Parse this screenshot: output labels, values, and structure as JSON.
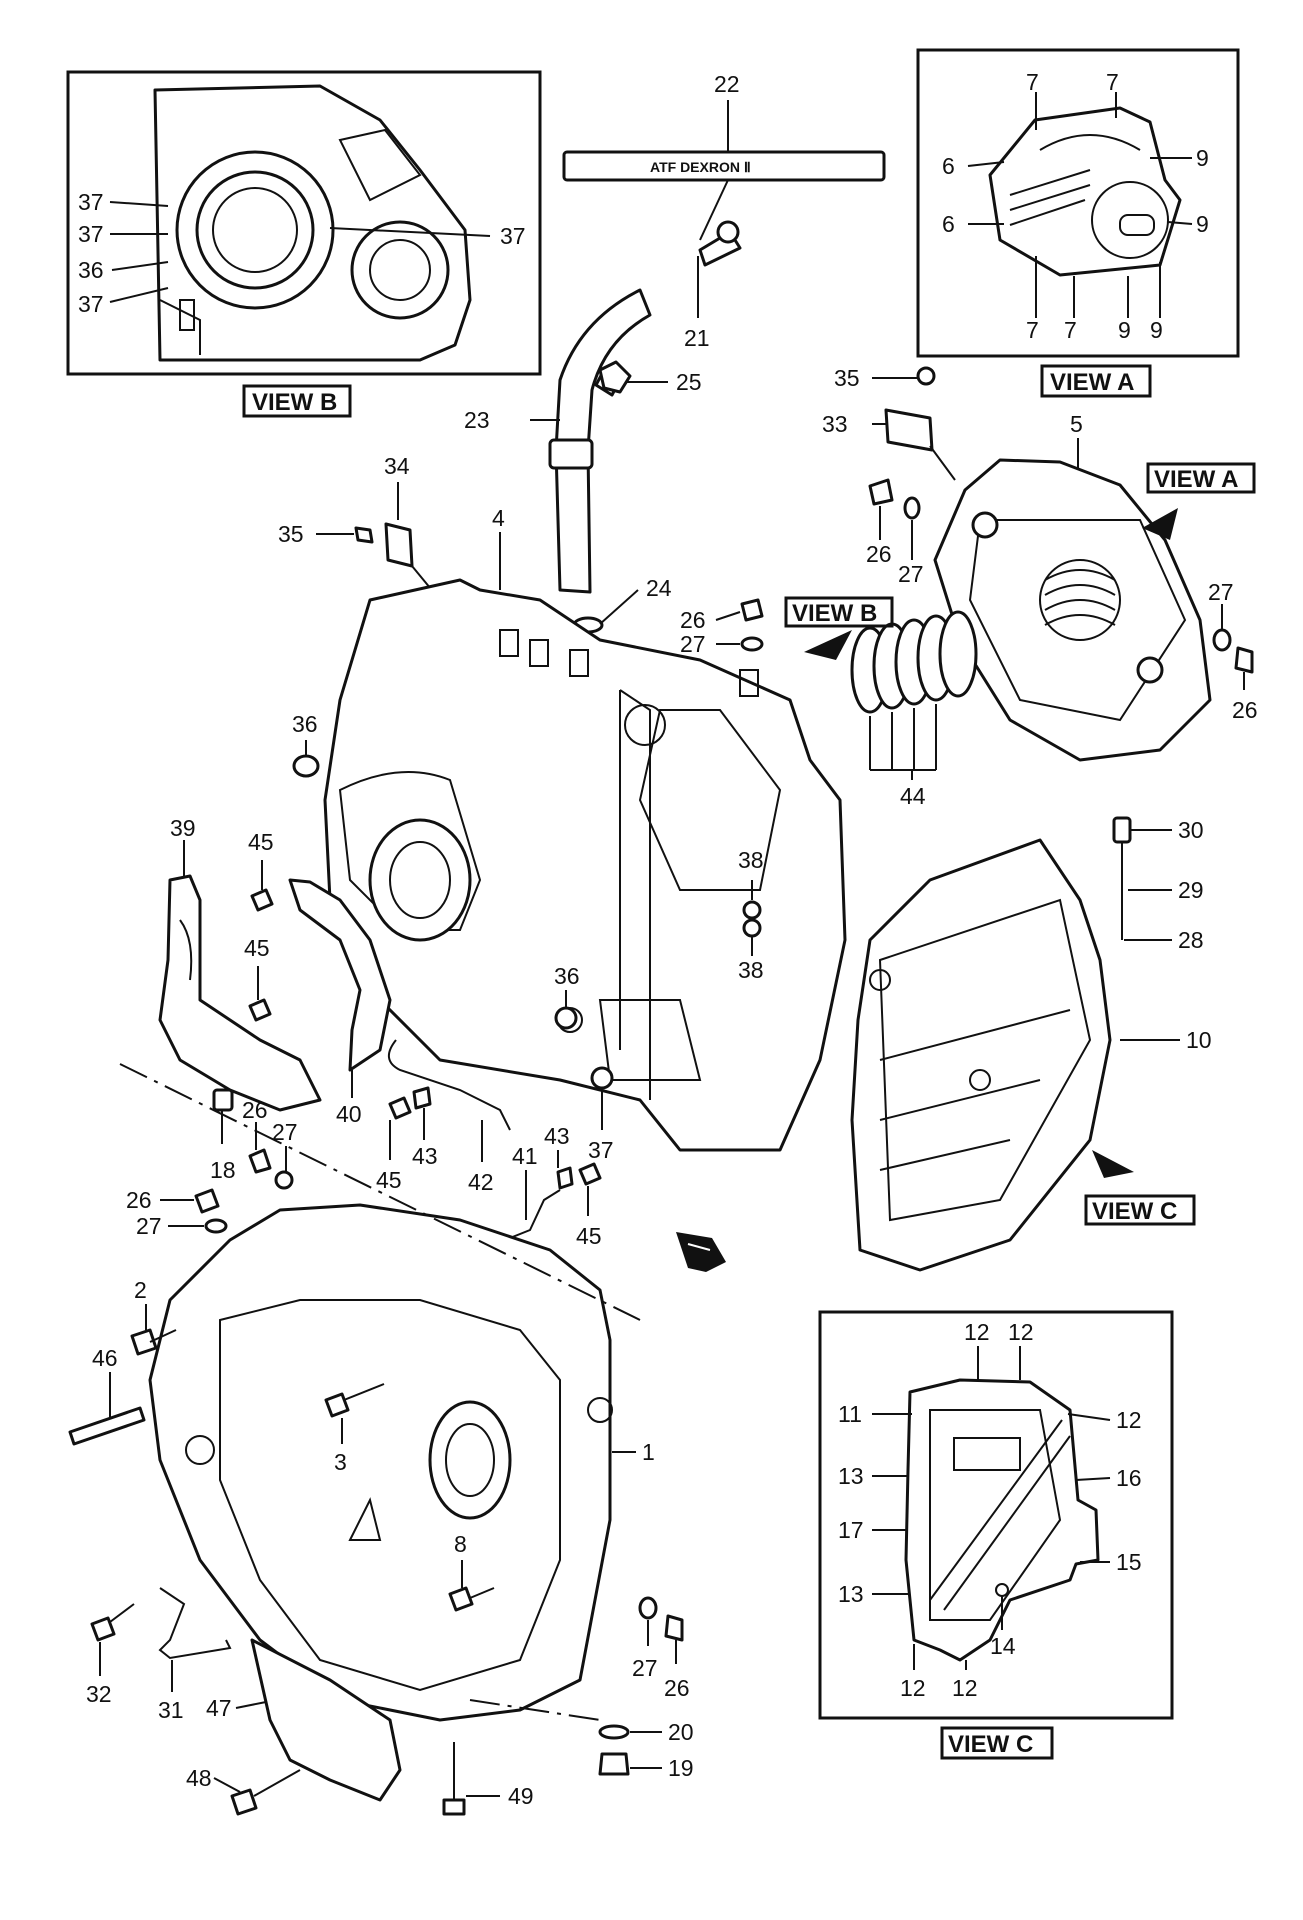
{
  "views": {
    "view_a": "VIEW A",
    "view_b": "VIEW B",
    "view_c": "VIEW C"
  },
  "banner": {
    "text": "ATF DEXRON Ⅱ"
  },
  "labels": {
    "l22": "22",
    "l21": "21",
    "l25": "25",
    "l23": "23",
    "l24": "24",
    "l35a": "35",
    "l33": "33",
    "l5": "5",
    "l26a": "26",
    "l27a": "27",
    "l27b": "27",
    "l26b": "26",
    "l34": "34",
    "l35b": "35",
    "l4": "4",
    "l26c": "26",
    "l27c": "27",
    "l44": "44",
    "l36a": "36",
    "l39": "39",
    "l45a": "45",
    "l45b": "45",
    "l38a": "38",
    "l38b": "38",
    "l36b": "36",
    "l30": "30",
    "l29": "29",
    "l28": "28",
    "l10": "10",
    "l40": "40",
    "l18": "18",
    "l26d": "26",
    "l27d": "27",
    "l45c": "45",
    "l43a": "43",
    "l42": "42",
    "l41": "41",
    "l43b": "43",
    "l37a": "37",
    "l45d": "45",
    "l26e": "26",
    "l27e": "27",
    "l2": "2",
    "l46": "46",
    "l3": "3",
    "l1": "1",
    "l8": "8",
    "l27f": "27",
    "l26f": "26",
    "l32": "32",
    "l31": "31",
    "l47": "47",
    "l20": "20",
    "l19": "19",
    "l48": "48",
    "l49": "49",
    "b37a": "37",
    "b37b": "37",
    "b36": "36",
    "b37c": "37",
    "b37d": "37",
    "a7a": "7",
    "a7b": "7",
    "a6a": "6",
    "a9a": "9",
    "a6b": "6",
    "a9b": "9",
    "a7c": "7",
    "a7d": "7",
    "a9c": "9",
    "a9d": "9",
    "c12a": "12",
    "c12b": "12",
    "c11": "11",
    "c12c": "12",
    "c13a": "13",
    "c16": "16",
    "c17": "17",
    "c15": "15",
    "c13b": "13",
    "c14": "14",
    "c12d": "12",
    "c12e": "12"
  }
}
